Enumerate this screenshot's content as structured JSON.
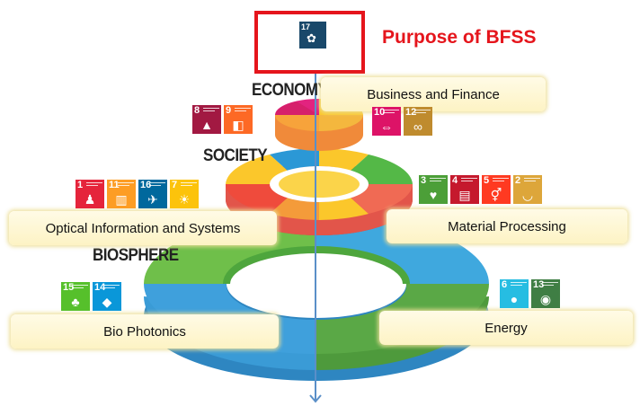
{
  "purpose": {
    "title": "Purpose of BFSS",
    "goal_number": "17",
    "goal_color": "#19486a"
  },
  "levels": {
    "economy": "ECONOMY",
    "society": "SOCIETY",
    "biosphere": "BIOSPHERE"
  },
  "callouts": {
    "business": "Business and Finance",
    "optical": "Optical Information and Systems",
    "material": "Material Processing",
    "bio": "Bio Photonics",
    "energy": "Energy"
  },
  "sdg_groups": {
    "economy_left": [
      {
        "number": "8",
        "color": "#a21942",
        "icon": "growth-chart-icon"
      },
      {
        "number": "9",
        "color": "#fd6925",
        "icon": "cubes-icon"
      }
    ],
    "economy_right": [
      {
        "number": "10",
        "color": "#dd1367",
        "icon": "equality-icon"
      },
      {
        "number": "12",
        "color": "#bf8b2e",
        "icon": "infinity-icon"
      }
    ],
    "society_left": [
      {
        "number": "1",
        "color": "#e5243b",
        "icon": "family-icon"
      },
      {
        "number": "11",
        "color": "#fd9d24",
        "icon": "city-icon"
      },
      {
        "number": "16",
        "color": "#00689d",
        "icon": "dove-icon"
      },
      {
        "number": "7",
        "color": "#fcc30b",
        "icon": "sun-icon"
      }
    ],
    "society_right": [
      {
        "number": "3",
        "color": "#4c9f38",
        "icon": "heartbeat-icon"
      },
      {
        "number": "4",
        "color": "#c5192d",
        "icon": "book-icon"
      },
      {
        "number": "5",
        "color": "#ff3a21",
        "icon": "gender-icon"
      },
      {
        "number": "2",
        "color": "#dda63a",
        "icon": "bowl-icon"
      }
    ],
    "biosphere_left": [
      {
        "number": "15",
        "color": "#56c02b",
        "icon": "tree-icon"
      },
      {
        "number": "14",
        "color": "#0a97d9",
        "icon": "fish-icon"
      }
    ],
    "biosphere_right": [
      {
        "number": "6",
        "color": "#26bde2",
        "icon": "water-drop-icon"
      },
      {
        "number": "13",
        "color": "#3f7e44",
        "icon": "eye-globe-icon"
      }
    ]
  },
  "colors": {
    "accent_red": "#e5151c",
    "axis": "#5a8fc8",
    "wedding_cake": [
      "#e2237f",
      "#f49b3a",
      "#fbc72b",
      "#54b847",
      "#2b98d6",
      "#ef4b3c",
      "#8bc34a"
    ]
  }
}
